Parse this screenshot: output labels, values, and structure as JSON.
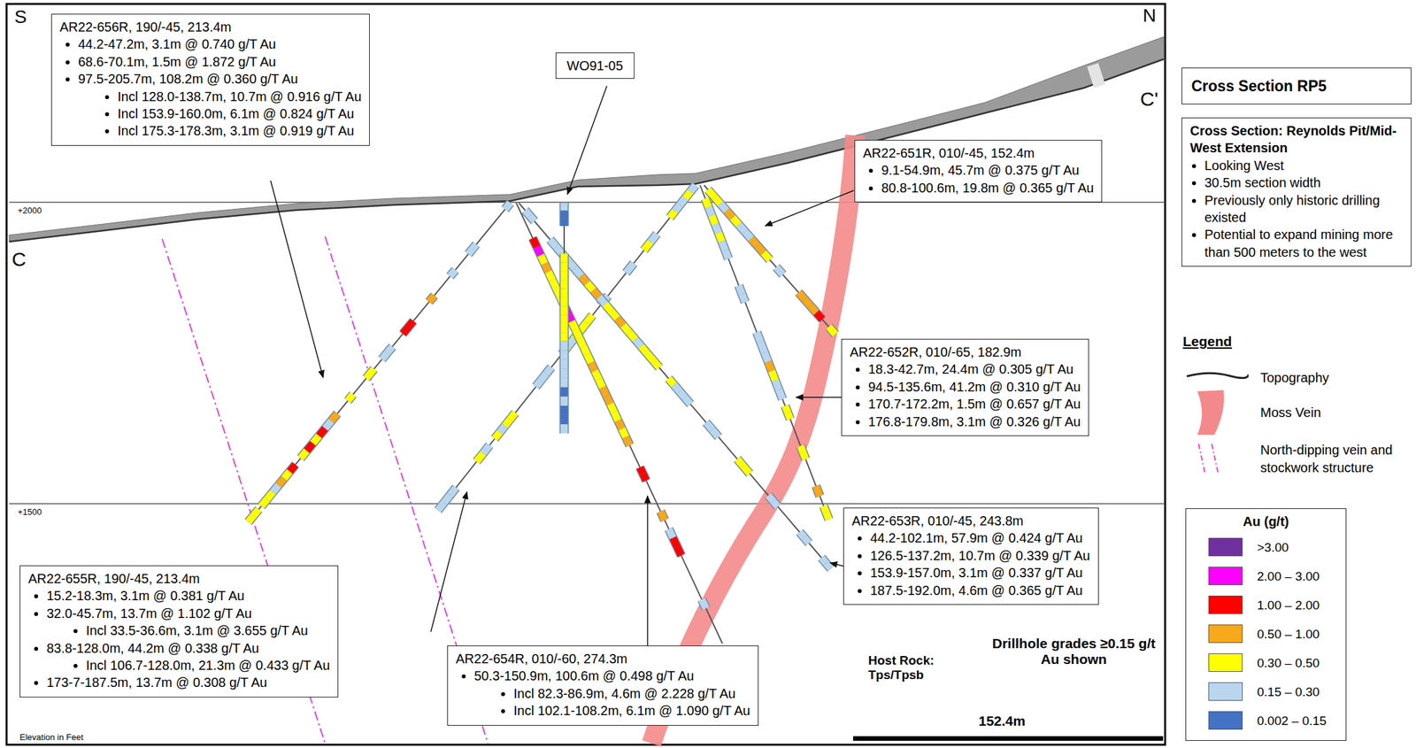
{
  "diagram": {
    "nodes": [
      {
        "text": [
          "AR22-656R, 190/-45, 213.4m",
          "44.2-47.2m, 3.1m @ 0.740 g/T Au",
          "68.6-70.1m, 1.5m @ 1.872 g/T Au",
          "97.5-205.7m, 108.2m @ 0.360 g/T Au",
          "Incl 128.0-138.7m, 10.7m @ 0.916 g/T Au",
          "Incl 153.9-160.0m, 6.1m @ 0.824 g/T Au",
          "Incl 175.3-178.3m, 3.1m @ 0.919 g/T Au"
        ]
      },
      {
        "text": [
          "WO91-05"
        ]
      },
      {
        "text": [
          "AR22-651R, 010/-45, 152.4m",
          "9.1-54.9m, 45.7m @ 0.375 g/T Au",
          "80.8-100.6m, 19.8m @ 0.365 g/T Au"
        ]
      },
      {
        "text": [
          "AR22-652R, 010/-65, 182.9m",
          "18.3-42.7m, 24.4m @ 0.305 g/T Au",
          "94.5-135.6m, 41.2m @ 0.310 g/T Au",
          "170.7-172.2m, 1.5m @ 0.657 g/T Au",
          "176.8-179.8m, 3.1m @ 0.326 g/T Au"
        ]
      },
      {
        "text": [
          "AR22-653R, 010/-45, 243.8m",
          "44.2-102.1m, 57.9m @ 0.424 g/T Au",
          "126.5-137.2m, 10.7m @ 0.339 g/T Au",
          "153.9-157.0m, 3.1m @ 0.337 g/T Au",
          "187.5-192.0m, 4.6m @ 0.365 g/T Au"
        ]
      },
      {
        "text": [
          "AR22-655R, 190/-45, 213.4m",
          "15.2-18.3m, 3.1m @ 0.381 g/T Au",
          "32.0-45.7m, 13.7m @ 1.102 g/T Au",
          "Incl 33.5-36.6m, 3.1m @ 3.655 g/T Au",
          "83.8-128.0m, 44.2m @ 0.338 g/T Au",
          "Incl 106.7-128.0m, 21.3m @ 0.433 g/T Au",
          "173-7-187.5m, 13.7m @ 0.308 g/T Au"
        ]
      },
      {
        "text": [
          "AR22-654R, 010/-60, 274.3m",
          "50.3-150.9m, 100.6m @ 0.498 g/T Au",
          "Incl 82.3-86.9m, 4.6m @ 2.228 g/T Au",
          "Incl 102.1-108.2m, 6.1m @ 1.090 g/T Au"
        ]
      },
      {
        "text": [
          "Cross Section RP5"
        ]
      },
      {
        "text": [
          "Cross Section: Reynolds Pit/Mid-West Extension",
          "Looking West",
          "30.5m section width",
          "Previously only historic drilling existed",
          "Potential to expand mining more than 500 meters to the west"
        ]
      },
      {
        "text": [
          "Au (g/t)"
        ]
      }
    ],
    "labels": [
      "S",
      "N",
      "C",
      "C'",
      "+2000",
      "+1500",
      "Host Rock: Tps/Tpsb",
      "Drillhole grades ≥0.15 g/t Au shown",
      "152.4m",
      "Elevation in Feet",
      "Legend"
    ],
    "legend": [
      {
        "text": "Topography"
      },
      {
        "text": "Moss Vein",
        "color": "#f4898b"
      },
      {
        "text": "North-dipping vein and stockwork structure"
      },
      {
        "text": ">3.00",
        "color": "#7030a0"
      },
      {
        "text": "2.00 – 3.00",
        "color": "#ff00ff"
      },
      {
        "text": "1.00 – 2.00",
        "color": "#ff0000"
      },
      {
        "text": "0.50 – 1.00",
        "color": "#f7a81b"
      },
      {
        "text": "0.30 – 0.50",
        "color": "#ffff00"
      },
      {
        "text": "0.15 – 0.30",
        "color": "#b9d6ee"
      },
      {
        "text": "0.002 – 0.15",
        "color": "#4472c4"
      }
    ]
  }
}
